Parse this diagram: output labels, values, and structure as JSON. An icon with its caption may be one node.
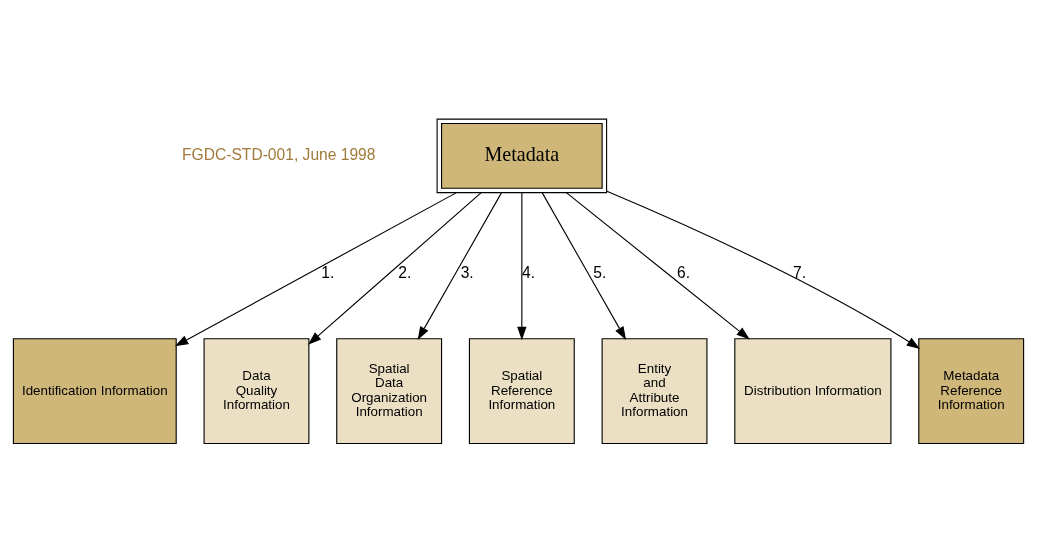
{
  "diagram": {
    "nodes": [
      {
        "text": [
          "Metadata"
        ]
      },
      {
        "text": [
          "Identification Information"
        ]
      },
      {
        "text": [
          "Data Quality Information"
        ]
      },
      {
        "text": [
          "Spatial Data Organization Information"
        ]
      },
      {
        "text": [
          "Spatial Reference Information"
        ]
      },
      {
        "text": [
          "Entity and Attribute Information"
        ]
      },
      {
        "text": [
          "Distribution Information"
        ]
      },
      {
        "text": [
          "Metadata Reference Information"
        ]
      }
    ],
    "edges": [
      {
        "from": 0,
        "to": 1,
        "arrow": "to",
        "label": "1."
      },
      {
        "from": 0,
        "to": 2,
        "arrow": "to",
        "label": "2."
      },
      {
        "from": 0,
        "to": 3,
        "arrow": "to",
        "label": "3."
      },
      {
        "from": 0,
        "to": 4,
        "arrow": "to",
        "label": "4."
      },
      {
        "from": 0,
        "to": 5,
        "arrow": "to",
        "label": "5."
      },
      {
        "from": 0,
        "to": 6,
        "arrow": "to",
        "label": "6."
      },
      {
        "from": 0,
        "to": 7,
        "arrow": "to",
        "label": "7."
      }
    ],
    "labels": [
      "FGDC-STD-001, June 1998"
    ]
  }
}
